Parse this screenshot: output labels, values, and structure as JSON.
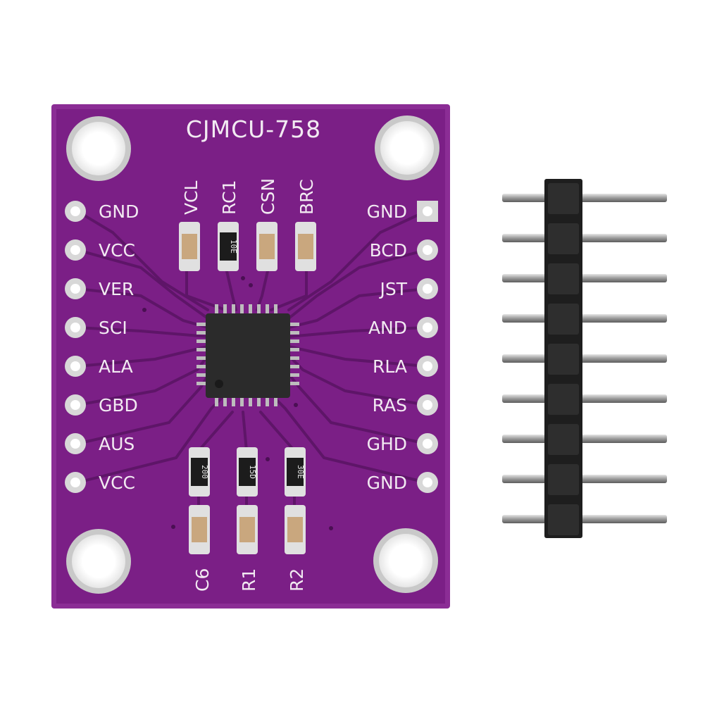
{
  "board": {
    "title": "CJMCU-758",
    "colors": {
      "pcb": "#7b1f86",
      "pcb_edge": "#8a2a94",
      "trace": "#5e1568",
      "silk": "#f2eaf2",
      "pad": "#d8d8d8",
      "chip": "#2b2b2b"
    },
    "left_pins": [
      "GND",
      "VCC",
      "VER",
      "SCI",
      "ALA",
      "GBD",
      "AUS",
      "VCC"
    ],
    "right_pins": [
      "GND",
      "BCD",
      "JST",
      "AND",
      "RLA",
      "RAS",
      "GHD",
      "GND"
    ],
    "top_components": [
      "VCL",
      "RC1",
      "CSN",
      "BRC"
    ],
    "top_codes": [
      "",
      "10E",
      "",
      ""
    ],
    "bottom_components": [
      "C6",
      "R1",
      "R2"
    ],
    "bottom_codes": [
      "200",
      "15D",
      "30E"
    ]
  },
  "header": {
    "pin_count": 9,
    "color": "#1e1e1e",
    "pin_color": "#b8b8b8"
  }
}
